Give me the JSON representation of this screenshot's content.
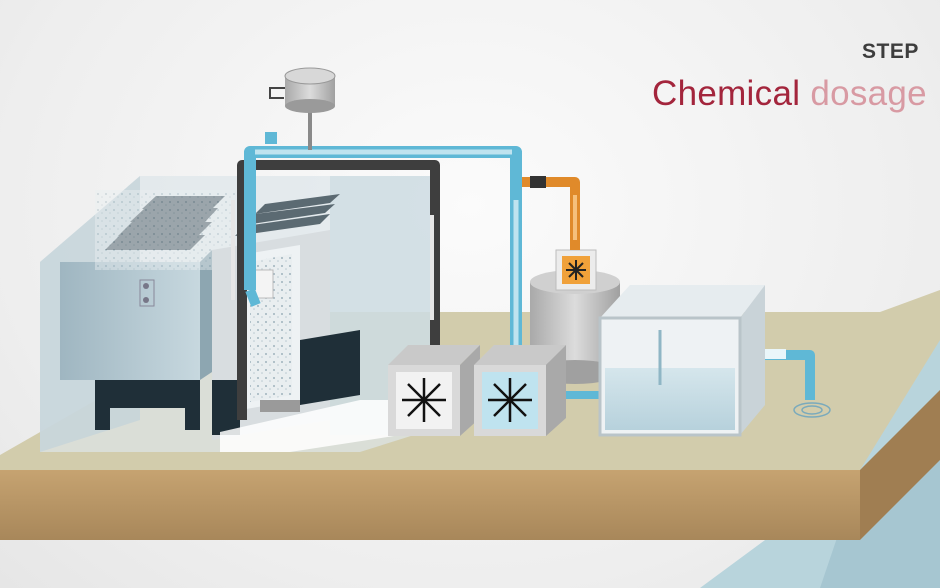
{
  "step": {
    "label": "STEP",
    "title_word1": "Chemical",
    "title_word2": "dosage"
  },
  "colors": {
    "title_red": "#a3253c",
    "title_pink": "#d89aa3",
    "pipe_blue": "#5fb8d6",
    "pipe_dark": "#3e3e3e",
    "pipe_orange": "#e08a2a",
    "water": "#bcd8e2",
    "base_sand": "#cfc8a6",
    "base_brown": "#b69566"
  },
  "icons": {
    "motor": "motor-icon",
    "mixer": "mixer-icon",
    "drain": "drain-ripple-icon"
  }
}
